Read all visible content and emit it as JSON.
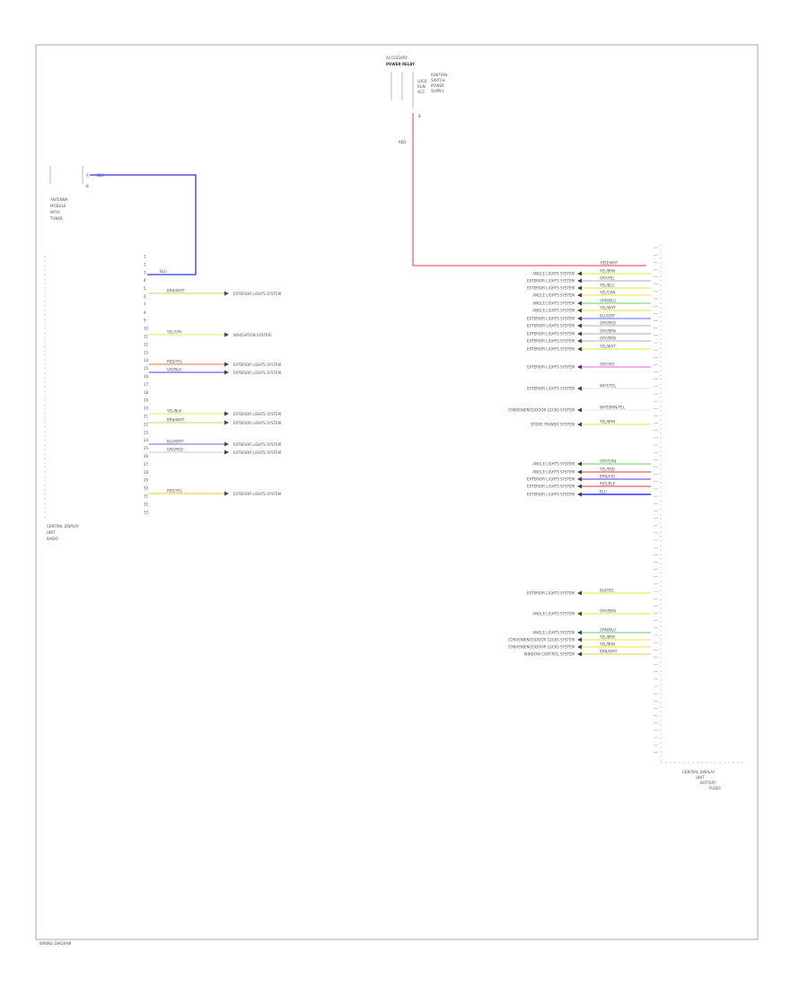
{
  "footer": "WIRING DIAGRAM",
  "top_module": {
    "title_1": "ACCESSORY",
    "title_2": "POWER RELAY",
    "pin_labels": [
      "LOCK",
      "RUN",
      "ACC"
    ],
    "side_labels": [
      "IGNITION",
      "SWITCH",
      "POWER",
      "SUPPLY"
    ],
    "pin_out": "B",
    "wire_out": "RED"
  },
  "left_module": {
    "pin_labels": [
      "A",
      "B"
    ],
    "wire_label": "BLU",
    "name": [
      "ANTENNA",
      "MODULE",
      "WITH",
      "TUNER"
    ]
  },
  "left_connector": {
    "name": [
      "CENTRAL DISPLAY",
      "UNIT",
      "RADIO"
    ],
    "wires": [
      {
        "label": "BLU",
        "color": "#3333ee"
      },
      {
        "label": "BRN/WHT",
        "color": "#e0e090",
        "dest": "EXTERIOR LIGHTS SYSTEM"
      },
      {
        "label": "YEL/GRY",
        "color": "#eeee99",
        "dest": "NAVIGATION SYSTEM"
      },
      {
        "label": "RED/YEL",
        "color": "#f0a080",
        "dest": "EXTERIOR LIGHTS SYSTEM"
      },
      {
        "label": "VIO/BLK",
        "color": "#a070ee",
        "dest": "EXTERIOR LIGHTS SYSTEM"
      },
      {
        "label": "YEL/BLK",
        "color": "#eeee99",
        "dest": "EXTERIOR LIGHTS SYSTEM"
      },
      {
        "label": "BRN/WHT",
        "color": "#e0e090",
        "dest": "EXTERIOR LIGHTS SYSTEM"
      },
      {
        "label": "BLU/WHT",
        "color": "#9999ee",
        "dest": "EXTERIOR LIGHTS SYSTEM"
      },
      {
        "label": "GRY/RED",
        "color": "#dddddd",
        "dest": "EXTERIOR LIGHTS SYSTEM"
      },
      {
        "label": "RED/YEL",
        "color": "#e8e060",
        "dest": "EXTERIOR LIGHTS SYSTEM"
      }
    ]
  },
  "right_connector": {
    "name": [
      "CENTRAL DISPLAY",
      "UNIT",
      "BATTERY",
      "FUSES"
    ],
    "wires": [
      {
        "label": "RED/WHT",
        "color": "#ee7777",
        "dest": ""
      },
      {
        "label": "YEL/BRN",
        "color": "#eeee77",
        "dest": "ANGLE LIGHTS SYSTEM"
      },
      {
        "label": "GRY/YEL",
        "color": "#cccccc",
        "dest": "EXTERIOR LIGHTS SYSTEM"
      },
      {
        "label": "YEL/BLU",
        "color": "#eeee77",
        "dest": "EXTERIOR LIGHTS SYSTEM"
      },
      {
        "label": "YEL/GRN",
        "color": "#eeee77",
        "dest": "ANGLE LIGHTS SYSTEM"
      },
      {
        "label": "GRN/BLU",
        "color": "#99dd99",
        "dest": "ANGLE LIGHTS SYSTEM"
      },
      {
        "label": "YEL/WHT",
        "color": "#eeee77",
        "dest": "ANGLE LIGHTS SYSTEM"
      },
      {
        "label": "BLU/GRY",
        "color": "#9999ee",
        "dest": "EXTERIOR LIGHTS SYSTEM"
      },
      {
        "label": "GRY/RED",
        "color": "#cccccc",
        "dest": "EXTERIOR LIGHTS SYSTEM"
      },
      {
        "label": "GRY/BRN",
        "color": "#cccccc",
        "dest": "EXTERIOR LIGHTS SYSTEM"
      },
      {
        "label": "GRY/BRN",
        "color": "#cccccc",
        "dest": "EXTERIOR LIGHTS SYSTEM"
      },
      {
        "label": "YEL/WHT",
        "color": "#eeee77",
        "dest": "EXTERIOR LIGHTS SYSTEM"
      },
      {
        "label": "GRY/VIO",
        "color": "#ee99ee",
        "dest": "EXTERIOR LIGHTS SYSTEM"
      },
      {
        "label": "WHT/YEL",
        "color": "#eeeeee",
        "dest": "EXTERIOR LIGHTS SYSTEM"
      },
      {
        "label": "WHT/BRN/YEL",
        "color": "#eeeeee",
        "dest": "CONVENIENCE/DOOR LOCKS SYSTEM"
      },
      {
        "label": "YEL/BRN",
        "color": "#eeee77",
        "dest": "STORE TRANSIT SYSTEM"
      },
      {
        "label": "GRY/GRN",
        "color": "#99dd99",
        "dest": "ANGLE LIGHTS SYSTEM"
      },
      {
        "label": "YEL/RED",
        "color": "#ee7777",
        "dest": "ANGLE LIGHTS SYSTEM"
      },
      {
        "label": "BRN/VIO",
        "color": "#a070ee",
        "dest": "EXTERIOR LIGHTS SYSTEM"
      },
      {
        "label": "RED/BLK",
        "color": "#ee7777",
        "dest": "EXTERIOR LIGHTS SYSTEM"
      },
      {
        "label": "BLU",
        "color": "#3333ee",
        "dest": "EXTERIOR LIGHTS SYSTEM"
      },
      {
        "label": "BLK/YEL",
        "color": "#eeee77",
        "dest": "EXTERIOR LIGHTS SYSTEM"
      },
      {
        "label": "GRY/BRN",
        "color": "#eeee77",
        "dest": "ANGLE LIGHTS SYSTEM"
      },
      {
        "label": "GRN/BLU",
        "color": "#99dd99",
        "dest": "ANGLE LIGHTS SYSTEM"
      },
      {
        "label": "YEL/BRN",
        "color": "#eeee77",
        "dest": "CONVENIENCE/DOOR LOCKS SYSTEM"
      },
      {
        "label": "YEL/BRN",
        "color": "#eeee77",
        "dest": "CONVENIENCE/DOOR LOCKS SYSTEM"
      },
      {
        "label": "BRN/WHT",
        "color": "#e0e090",
        "dest": "WINDOW CONTROL SYSTEM"
      }
    ]
  }
}
